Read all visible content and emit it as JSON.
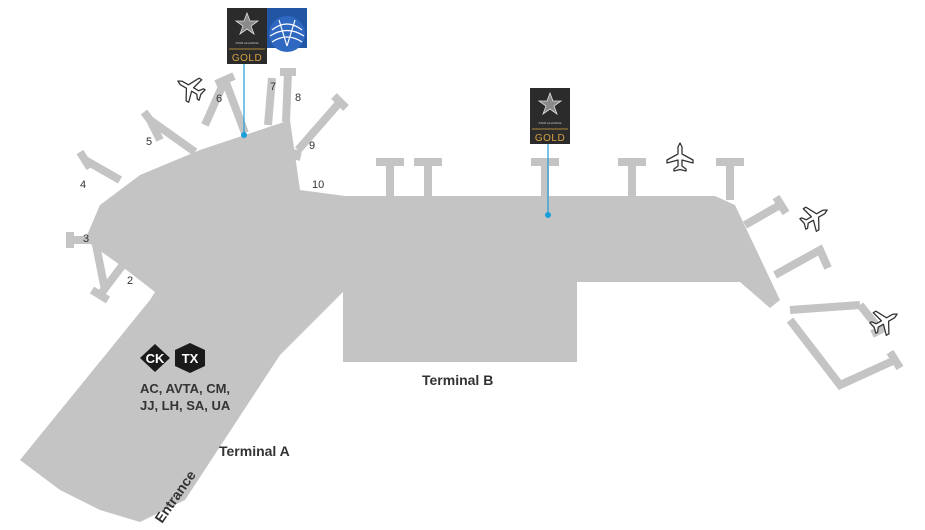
{
  "colors": {
    "building": "#c4c4c4",
    "text": "#333333",
    "pin_line": "#1a9ed8",
    "lounge_bg": "#2b2b2b",
    "gold": "#d9a441",
    "united_blue": "#2255a4",
    "badge_bg": "#1a1a1a"
  },
  "terminals": {
    "a": "Terminal A",
    "b": "Terminal B",
    "entrance": "Entrance"
  },
  "gates": [
    "2",
    "3",
    "4",
    "5",
    "6",
    "7",
    "8",
    "9",
    "10"
  ],
  "checkin": {
    "ck": "CK",
    "tx": "TX",
    "airlines_line1": "AC, AVTA, CM,",
    "airlines_line2": "JJ, LH, SA, UA"
  },
  "lounges": [
    {
      "gold_label": "GOLD",
      "star_text": "STAR ALLIANCE",
      "icon": "star-alliance-logo",
      "partner_icon": "united-globe-logo"
    },
    {
      "gold_label": "GOLD",
      "star_text": "STAR ALLIANCE",
      "icon": "star-alliance-logo"
    }
  ],
  "icons": [
    "airplane-icon",
    "star-alliance-logo",
    "united-globe-logo"
  ]
}
